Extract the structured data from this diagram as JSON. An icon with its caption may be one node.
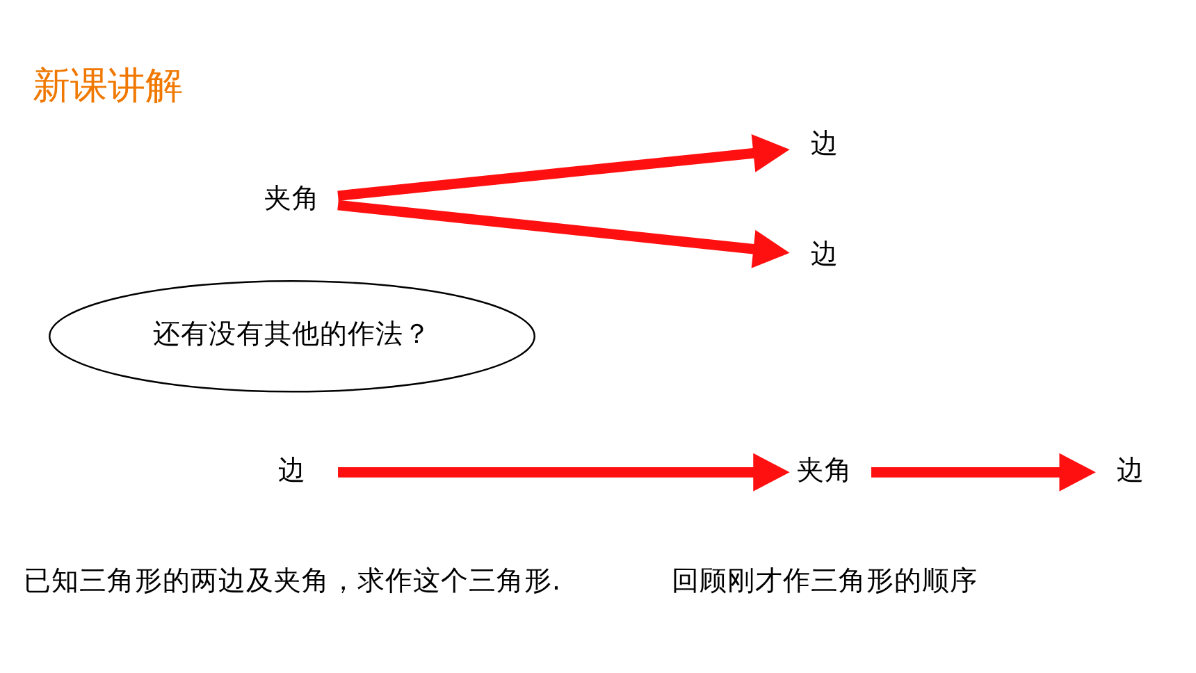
{
  "diagram": {
    "title": "新课讲解",
    "nodes": [
      {
        "text": [
          "边"
        ]
      },
      {
        "text": [
          "夹角"
        ]
      },
      {
        "text": [
          "边"
        ]
      },
      {
        "text": [
          "还有没有其他的作法？"
        ]
      },
      {
        "text": [
          "夹角"
        ]
      },
      {
        "text": [
          "边"
        ]
      },
      {
        "text": [
          "边"
        ]
      }
    ],
    "edges": [
      {
        "from": 0,
        "to": 1,
        "arrow": "to"
      },
      {
        "from": 1,
        "to": 2,
        "arrow": "to"
      },
      {
        "from": 4,
        "to": 5,
        "arrow": "to"
      },
      {
        "from": 4,
        "to": 6,
        "arrow": "to"
      }
    ],
    "labels": [
      "已知三角形的两边及夹角，求作这个三角形.",
      "回顾刚才作三角形的顺序"
    ]
  }
}
